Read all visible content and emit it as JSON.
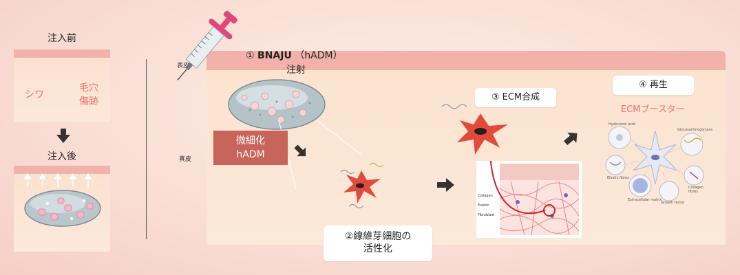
{
  "left": {
    "before_title": "注入前",
    "wrinkle": "シワ",
    "pore_scar_line1": "毛穴",
    "pore_scar_line2": "傷跡",
    "after_title": "注入後"
  },
  "layers": {
    "epidermis": "表皮",
    "dermis": "真皮"
  },
  "step1": {
    "number": "①",
    "brand": "BNAJU",
    "paren": "（hADM）",
    "line2": "注射"
  },
  "micronized": {
    "line1": "微細化",
    "line2": "hADM"
  },
  "step2": {
    "line1": "②線維芽細胞の",
    "line2": "活性化"
  },
  "step3": {
    "label": "③ ECM合成"
  },
  "ecm_image_labels": [
    "Collagen",
    "Elastin",
    "Fibroblast"
  ],
  "step4": {
    "label": "④ 再生",
    "sub": "ECMブースター"
  },
  "regen_labels": [
    "Hyaluronic acid",
    "Glycosaminoglycans",
    "Elastic fibres",
    "Collagen fibres",
    "Extracellular matrix",
    "Growth factor"
  ],
  "colors": {
    "accent_pink": "#ef6f6a",
    "micro_box": "#c7645c",
    "skin_top": "#f2b2aa",
    "cell": "#e24a3e"
  }
}
